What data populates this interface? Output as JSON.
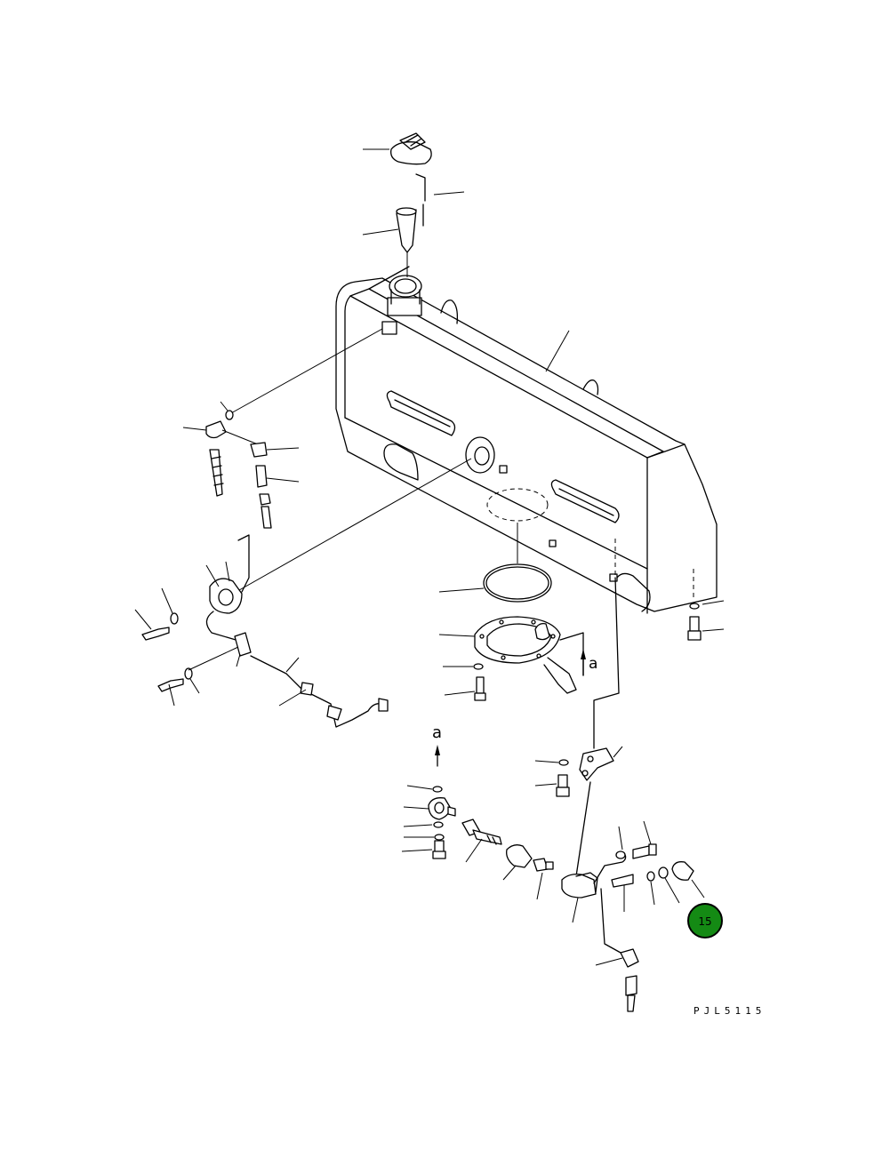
{
  "callouts": [
    {
      "label": "15",
      "fill": "#148a14",
      "stroke": "#000000"
    }
  ],
  "arrow_labels": [
    "a",
    "a"
  ],
  "drawing_code": "PJL5115"
}
